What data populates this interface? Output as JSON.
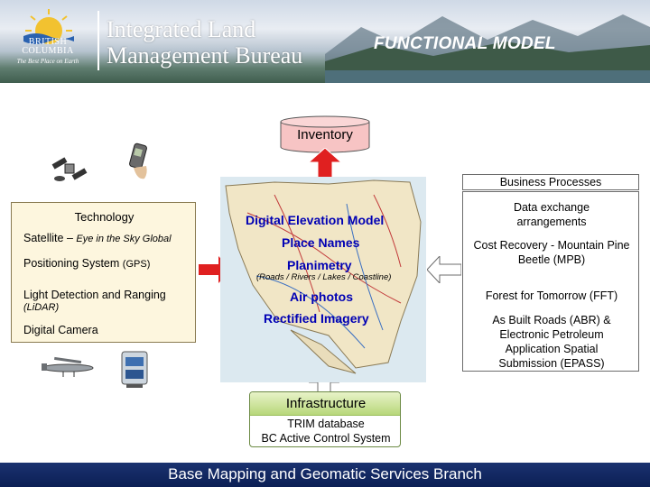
{
  "header": {
    "logo_line1": "BRITISH",
    "logo_line2": "COLUMBIA",
    "logo_tagline": "The Best Place on Earth",
    "bureau_line1": "Integrated Land",
    "bureau_line2": "Management Bureau",
    "title": "FUNCTIONAL MODEL"
  },
  "inventory": {
    "label": "Inventory"
  },
  "technology": {
    "title": "Technology",
    "satellite": "Satellite –",
    "satellite_sub": "Eye in the Sky Global",
    "positioning": "Positioning System",
    "positioning_sub": "(GPS)",
    "lidar": "Light Detection and Ranging",
    "lidar_sub": "(LiDAR)",
    "camera": "Digital Camera"
  },
  "map_labels": {
    "dem": "Digital Elevation Model",
    "place_names": "Place Names",
    "planimetry": "Planimetry",
    "roads": "(Roads / Rivers / Lakes / Coastline)",
    "air_photos": "Air photos",
    "rectified": "Rectified Imagery"
  },
  "business": {
    "title": "Business Processes",
    "items": [
      "Data exchange arrangements",
      "Cost Recovery - Mountain Pine Beetle (MPB)",
      "Forest for Tomorrow (FFT)",
      "As Built Roads (ABR) & Electronic Petroleum Application Spatial Submission (EPASS)"
    ]
  },
  "infrastructure": {
    "title": "Infrastructure",
    "line1": "TRIM database",
    "line2": "BC Active Control System"
  },
  "footer": {
    "text": "Base Mapping and Geomatic Services Branch"
  },
  "colors": {
    "arrow_red": "#e02020",
    "map_label_blue": "#0000b4",
    "footer_navy": "#10245e",
    "tech_box_fill": "#fdf6de"
  }
}
